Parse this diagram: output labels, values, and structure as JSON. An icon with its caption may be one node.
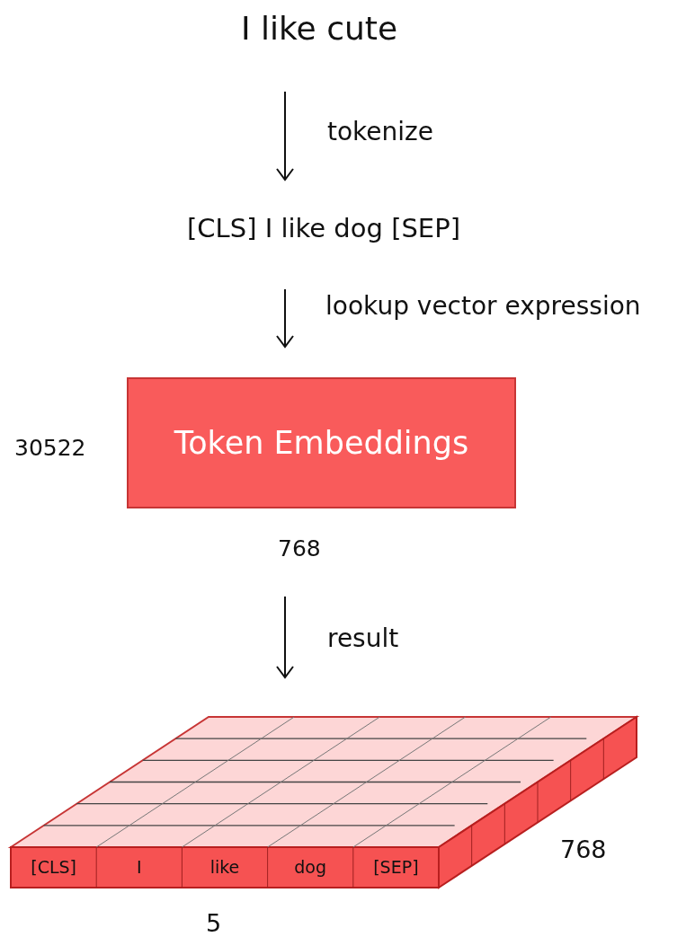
{
  "diagram": {
    "nodes": [
      {
        "text": [
          "I like cute"
        ]
      },
      {
        "text": [
          "[CLS] I like dog [SEP]"
        ]
      },
      {
        "text": [
          "Token Embeddings"
        ],
        "beside": [
          "30522",
          "768"
        ]
      },
      {
        "text": [
          "[CLS]",
          "I",
          "like",
          "dog",
          "[SEP]"
        ],
        "beside": [
          "768",
          "5"
        ]
      }
    ],
    "edges": [
      {
        "from": 0,
        "to": 1,
        "arrow": "to",
        "label": "tokenize"
      },
      {
        "from": 1,
        "to": 2,
        "arrow": "to",
        "label": "lookup vector expression"
      },
      {
        "from": 2,
        "to": 3,
        "arrow": "to",
        "label": "result"
      }
    ]
  }
}
